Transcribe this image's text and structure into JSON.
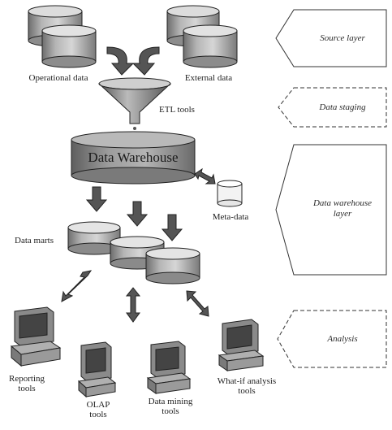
{
  "sources": {
    "operational_label": "Operational data",
    "external_label": "External data"
  },
  "etl_label": "ETL tools",
  "warehouse_title": "Data Warehouse",
  "metadata_label": "Meta-data",
  "data_marts_label": "Data marts",
  "tools": {
    "reporting": "Reporting tools",
    "olap": "OLAP tools",
    "data_mining": "Data mining tools",
    "what_if": "What-if analysis tools"
  },
  "layers": {
    "source": "Source layer",
    "staging": "Data staging",
    "warehouse": "Data warehouse layer",
    "analysis": "Analysis"
  },
  "icons": {
    "database": "database-cylinder-icon",
    "funnel": "funnel-icon",
    "computer": "computer-terminal-icon"
  }
}
